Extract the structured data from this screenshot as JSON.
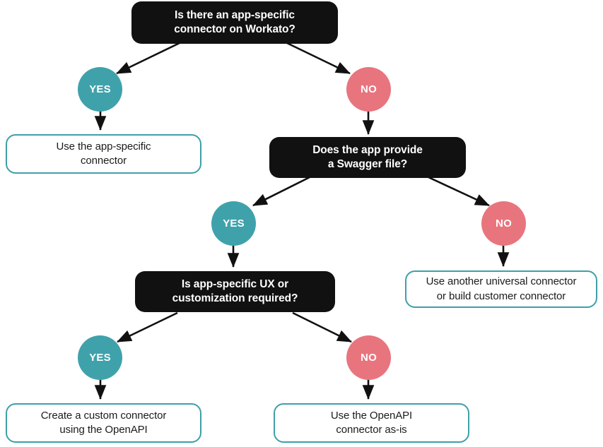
{
  "diagram": {
    "title": "Workato connector selection decision tree",
    "colors": {
      "question_bg": "#111111",
      "question_text": "#ffffff",
      "outcome_border": "#3F9FA8",
      "outcome_text": "#1b1b1b",
      "yes_circle": "#3FA2AB",
      "no_circle": "#E8757E",
      "arrow": "#111111",
      "canvas_bg": "#ffffff"
    },
    "nodes": [
      {
        "id": "q1",
        "kind": "question",
        "label": "Is there an app-specific\nconnector on Workato?"
      },
      {
        "id": "d1-yes",
        "kind": "decision",
        "label": "YES"
      },
      {
        "id": "d1-no",
        "kind": "decision",
        "label": "NO"
      },
      {
        "id": "o1",
        "kind": "outcome",
        "label": "Use the app-specific\nconnector"
      },
      {
        "id": "q2",
        "kind": "question",
        "label": "Does the app provide\na Swagger file?"
      },
      {
        "id": "d2-yes",
        "kind": "decision",
        "label": "YES"
      },
      {
        "id": "d2-no",
        "kind": "decision",
        "label": "NO"
      },
      {
        "id": "o2",
        "kind": "outcome",
        "label": "Use another universal connector\nor build customer connector"
      },
      {
        "id": "q3",
        "kind": "question",
        "label": "Is app-specific UX or\ncustomization required?"
      },
      {
        "id": "d3-yes",
        "kind": "decision",
        "label": "YES"
      },
      {
        "id": "d3-no",
        "kind": "decision",
        "label": "NO"
      },
      {
        "id": "o3",
        "kind": "outcome",
        "label": "Create a custom connector\nusing the OpenAPI"
      },
      {
        "id": "o4",
        "kind": "outcome",
        "label": "Use the OpenAPI\nconnector as-is"
      }
    ]
  }
}
